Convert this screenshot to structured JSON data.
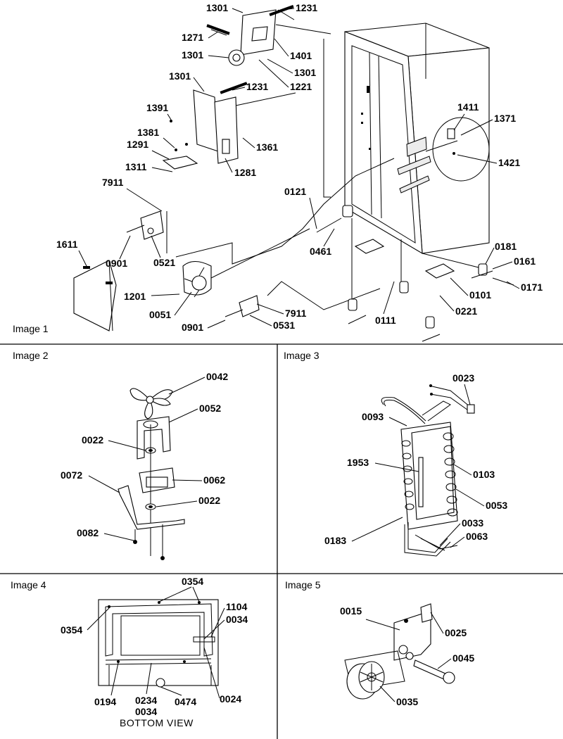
{
  "panels": {
    "image1": {
      "title": "Image 1",
      "labels": [
        "1301",
        "1231",
        "1271",
        "1301",
        "1401",
        "1301",
        "1221",
        "1301",
        "1231",
        "1391",
        "1381",
        "1291",
        "1361",
        "1281",
        "1311",
        "1411",
        "1371",
        "1421",
        "7911",
        "0121",
        "1611",
        "0901",
        "0521",
        "0461",
        "0181",
        "0161",
        "1201",
        "0171",
        "0101",
        "0221",
        "0051",
        "7911",
        "0111",
        "0901",
        "0531"
      ]
    },
    "image2": {
      "title": "Image 2",
      "labels": [
        "0042",
        "0052",
        "0022",
        "0072",
        "0062",
        "0022",
        "0082"
      ]
    },
    "image3": {
      "title": "Image 3",
      "labels": [
        "0023",
        "0093",
        "1953",
        "0103",
        "0053",
        "0033",
        "0063",
        "0183"
      ]
    },
    "image4": {
      "title": "Image 4",
      "labels": [
        "0354",
        "1104",
        "0034",
        "0354",
        "0194",
        "0234",
        "0034",
        "0474",
        "0024"
      ],
      "caption": "BOTTOM VIEW"
    },
    "image5": {
      "title": "Image 5",
      "labels": [
        "0015",
        "0025",
        "0045",
        "0035"
      ]
    }
  }
}
